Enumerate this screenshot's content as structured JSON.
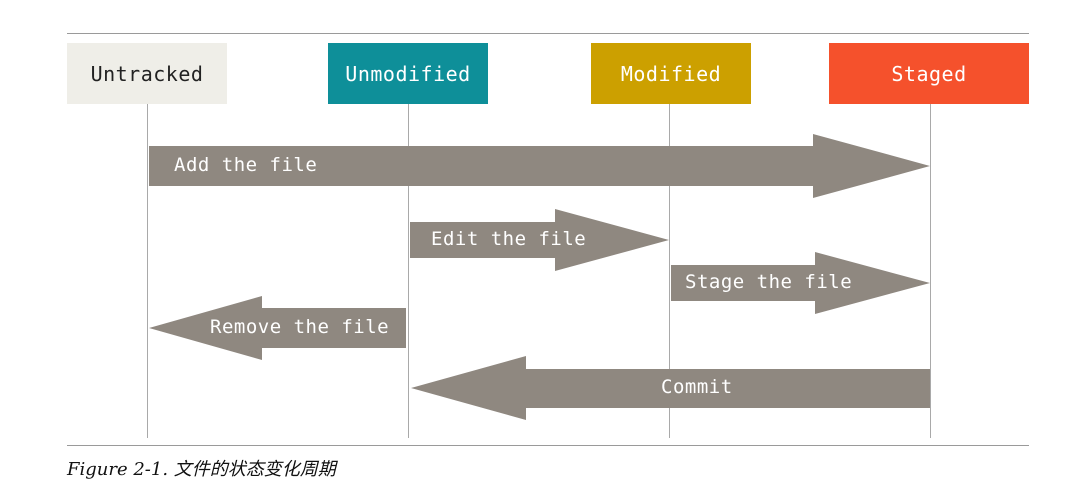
{
  "colors": {
    "arrow": "#8f8880",
    "lifeline": "#a9a9a9",
    "state_untracked_bg": "#efeee8",
    "state_unmodified_bg": "#0e8f99",
    "state_modified_bg": "#cca000",
    "state_staged_bg": "#f5512c",
    "state_untracked_text": "#222222",
    "state_light_text": "#ffffff"
  },
  "states": [
    {
      "id": "untracked",
      "label": "Untracked"
    },
    {
      "id": "unmodified",
      "label": "Unmodified"
    },
    {
      "id": "modified",
      "label": "Modified"
    },
    {
      "id": "staged",
      "label": "Staged"
    }
  ],
  "transitions": [
    {
      "label": "Add the file",
      "from": "untracked",
      "to": "staged"
    },
    {
      "label": "Edit the file",
      "from": "unmodified",
      "to": "modified"
    },
    {
      "label": "Stage the file",
      "from": "modified",
      "to": "staged"
    },
    {
      "label": "Remove the file",
      "from": "unmodified",
      "to": "untracked"
    },
    {
      "label": "Commit",
      "from": "staged",
      "to": "unmodified"
    }
  ],
  "caption": {
    "figure": "Figure 2-1.",
    "text": "文件的状态变化周期"
  }
}
